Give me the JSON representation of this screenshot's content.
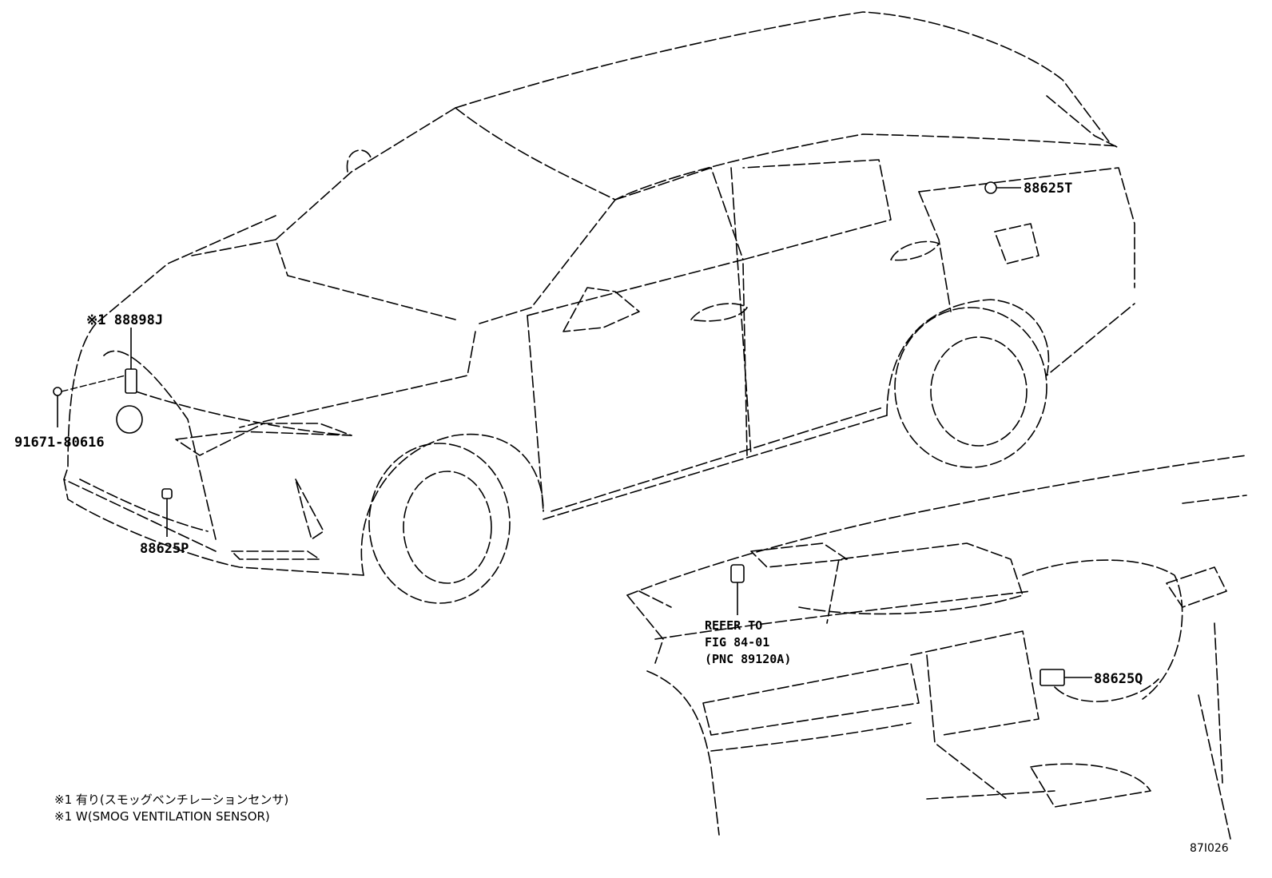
{
  "callouts": {
    "part_88898j": "※1 88898J",
    "part_91671": "91671-80616",
    "part_88625p": "88625P",
    "part_88625t": "88625T",
    "part_88625q": "88625Q"
  },
  "reference": {
    "line1": "REFER TO",
    "line2": "FIG 84-01",
    "line3": "(PNC 89120A)"
  },
  "notes": {
    "jp": "※1 有り(スモッグベンチレーションセンサ)",
    "en": "※1 W(SMOG VENTILATION SENSOR)"
  },
  "figure_code": "87I026"
}
